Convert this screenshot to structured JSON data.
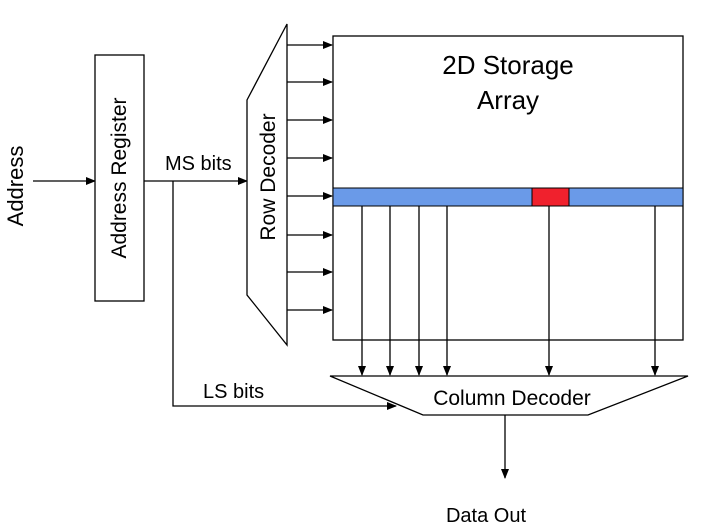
{
  "labels": {
    "address": "Address",
    "address_register": "Address Register",
    "ms_bits": "MS bits",
    "row_decoder": "Row Decoder",
    "storage_array_line1": "2D Storage",
    "storage_array_line2": "Array",
    "ls_bits": "LS bits",
    "column_decoder": "Column Decoder",
    "data_out": "Data Out"
  },
  "colors": {
    "row_highlight": "#6a9ae8",
    "selected_cell": "#f0212d",
    "stroke": "#000000",
    "background": "#ffffff"
  }
}
